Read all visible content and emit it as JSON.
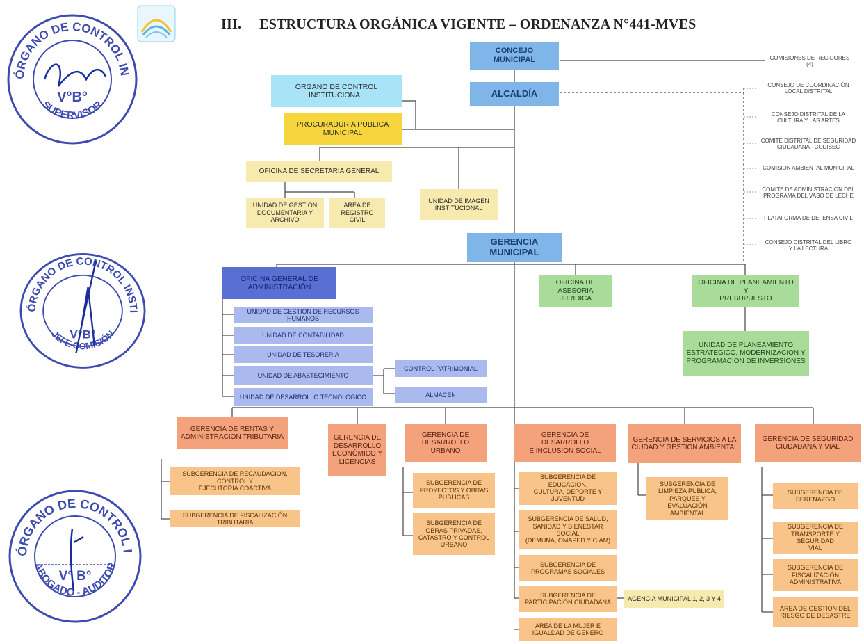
{
  "document": {
    "section_number": "III.",
    "title": "ESTRUCTURA ORGÁNICA VIGENTE – ORDENANZA N°441-MVES"
  },
  "org": {
    "concejo": "CONCEJO\nMUNICIPAL",
    "alcaldia": "ALCALDÍA",
    "comisiones": "COMISIONES DE REGIDORES (4)",
    "oci": "ÓRGANO DE CONTROL\nINSTITUCIONAL",
    "procuraduria": "PROCURADURIA PUBLICA\nMUNICIPAL",
    "secretaria": "OFICINA DE SECRETARIA GENERAL",
    "gestion_documentaria": "UNIDAD DE GESTION\nDOCUMENTARIA Y ARCHIVO",
    "registro_civil": "AREA DE REGISTRO\nCIVIL",
    "imagen": "UNIDAD DE IMAGEN\nINSTITUCIONAL",
    "gerencia_municipal": "GERENCIA\nMUNICIPAL",
    "administracion": "OFICINA GENERAL DE\nADMINISTRACIÓN",
    "admin_units": [
      "UNIDAD DE GESTION DE RECURSOS HUMANOS",
      "UNIDAD DE CONTABILIDAD",
      "UNIDAD DE TESORERIA",
      "UNIDAD DE ABASTECIMIENTO",
      "UNIDAD DE DESARROLLO TECNOLOGICO"
    ],
    "control_patrimonial": "CONTROL PATRIMONIAL",
    "almacen": "ALMACEN",
    "asesoria": "OFICINA DE ASESORIA\nJURIDICA",
    "planeamiento": "OFICINA DE PLANEAMIENTO Y\nPRESUPUESTO",
    "unidad_planeamiento": "UNIDAD DE PLANEAMIENTO\nESTRATEGICO, MODERNIZACION Y\nPROGRAMACION DE INVERSIONES",
    "consejos": [
      "CONSEJO DE COORDINACIÓN\nLOCAL DISTRITAL",
      "CONSEJO DISTRITAL DE LA\nCULTURA Y LAS ARTES",
      "COMITE DISTRITAL DE SEGURIDAD\nCIUDADANA - CODISEC",
      "COMISION AMBIENTAL MUNICIPAL",
      "COMITE DE ADMINISTRACION DEL\nPROGRAMA DEL VASO DE LECHE",
      "PLATAFORMA DE DEFENSA CIVIL",
      "CONSEJO DISTRITAL DEL LIBRO\nY LA LECTURA"
    ],
    "gerencias": [
      {
        "name": "GERENCIA DE RENTAS Y\nADMINISTRACION TRIBUTARIA",
        "subs": [
          "SUBGERENCIA DE RECAUDACION, CONTROL Y\nEJECUTORIA COACTIVA",
          "SUBGERENCIA DE FISCALIZACIÓN TRIBUTARIA"
        ]
      },
      {
        "name": "GERENCIA DE\nDESARROLLO\nECONÓMICO Y\nLICENCIAS",
        "subs": []
      },
      {
        "name": "GERENCIA DE\nDESARROLLO URBANO",
        "subs": [
          "SUBGERENCIA DE\nPROYECTOS Y OBRAS\nPUBLICAS",
          "SUBGERENCIA DE\nOBRAS PRIVADAS,\nCATASTRO Y CONTROL\nURBANO"
        ]
      },
      {
        "name": "GERENCIA DE DESARROLLO\nE INCLUSION SOCIAL",
        "subs": [
          "SUBGERENCIA DE EDUCACION,\nCULTURA, DEPORTE Y\nJUVENTUD",
          "SUBGERENCIA DE SALUD,\nSANIDAD Y BIENESTAR SOCIAL\n(DEMUNA, OMAPED Y CIAM)",
          "SUBGERENCIA DE\nPROGRAMAS SOCIALES",
          "SUBGERENCIA DE\nPARTICIPACIÓN CIUDADANA",
          "AREA DE LA MUJER E\nIGUALDAD DE GENERO"
        ]
      },
      {
        "name": "GERENCIA DE SERVICIOS A LA\nCIUDAD Y GESTIÓN AMBIENTAL",
        "subs": [
          "SUBGERENCIA DE\nLIMPIEZA PUBLICA,\nPARQUES Y EVALUACIÓN\nAMBIENTAL"
        ]
      },
      {
        "name": "GERENCIA DE SEGURIDAD\nCIUDADANA Y VIAL",
        "subs": [
          "SUBGERENCIA DE\nSERENAZGO",
          "SUBGERENCIA DE\nTRANSPORTE Y SEGURIDAD\nVIAL",
          "SUBGERENCIA DE\nFISCALIZACIÓN\nADMINISTRATIVA",
          "AREA DE GESTION DEL\nRIESGO DE DESASTRE"
        ]
      }
    ],
    "agencia": "AGENCIA MUNICIPAL 1, 2, 3 Y 4"
  },
  "stamps": [
    {
      "ring": "ÓRGANO DE CONTROL INSTITUCIONAL",
      "center": "V°B°",
      "bottom": "SUPERVISOR"
    },
    {
      "ring": "ÓRGANO DE CONTROL INSTITUCIONAL",
      "center": "V°B°",
      "bottom": "JEFE COMISIÓN"
    },
    {
      "ring": "ÓRGANO DE CONTROL INSTITUCIONAL",
      "center": "V° B°",
      "bottom": "ABOGADO - AUDITOR"
    }
  ]
}
